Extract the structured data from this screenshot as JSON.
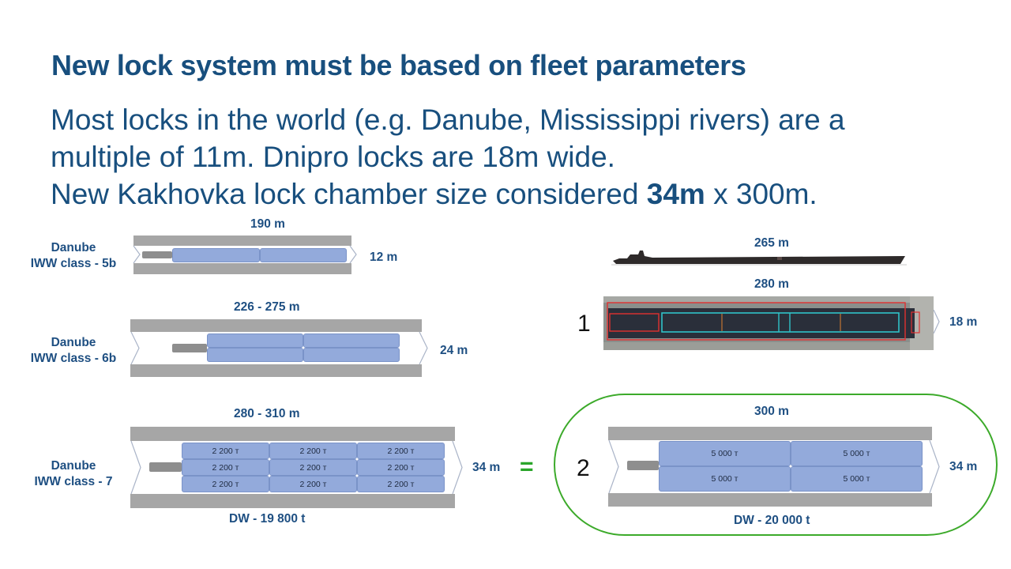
{
  "title": "New lock system must be based on fleet parameters",
  "body": {
    "line1": "Most locks in the world (e.g. Danube, Mississippi rivers) are a",
    "line2": "multiple of 11m. Dnipro locks are 18m wide.",
    "line3_prefix": "New Kakhovka lock chamber size considered ",
    "line3_bold": "34m",
    "line3_suffix": " x 300m."
  },
  "locks": [
    {
      "class_line1": "Danube",
      "class_line2": "IWW class - 5b",
      "length": "190 m",
      "width": "12 m"
    },
    {
      "class_line1": "Danube",
      "class_line2": "IWW class - 6b",
      "length": "226 - 275 m",
      "width": "24 m"
    },
    {
      "class_line1": "Danube",
      "class_line2": "IWW class - 7",
      "length": "280 - 310 m",
      "width": "34 m",
      "barge_label": "2 200 т",
      "dw": "DW - 19 800 t"
    }
  ],
  "options": [
    {
      "number": "1",
      "vessel_length": "265 m",
      "chamber_length": "280 m",
      "width": "18 m"
    },
    {
      "number": "2",
      "length": "300 m",
      "width": "34 m",
      "barge_label": "5 000 т",
      "dw": "DW - 20 000 t"
    }
  ],
  "equals": "=",
  "colors": {
    "title": "#184f7e",
    "label": "#1e4f82",
    "barge": "#93aadb",
    "wall": "#a6a6a6",
    "highlight": "#3caa2a",
    "equals": "#2aa52a"
  }
}
